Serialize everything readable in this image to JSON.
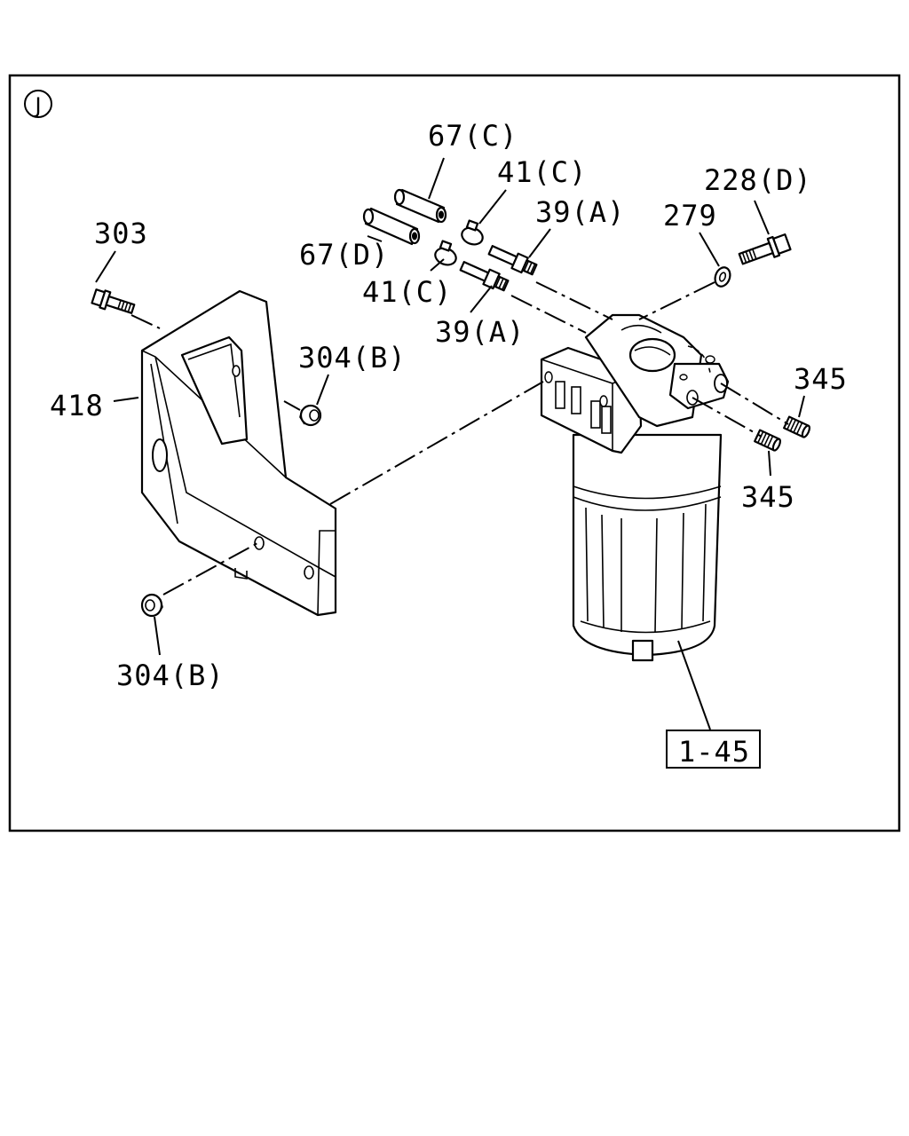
{
  "section_marker": "J",
  "callouts": {
    "c67c": "67(C)",
    "c67d": "67(D)",
    "c41c_top": "41(C)",
    "c41c_bottom": "41(C)",
    "c39a_top": "39(A)",
    "c39a_bottom": "39(A)",
    "c228d": "228(D)",
    "c279": "279",
    "c303": "303",
    "c418": "418",
    "c304b_top": "304(B)",
    "c304b_bottom": "304(B)",
    "c345_top": "345",
    "c345_bottom": "345",
    "c1_45": "1-45"
  }
}
